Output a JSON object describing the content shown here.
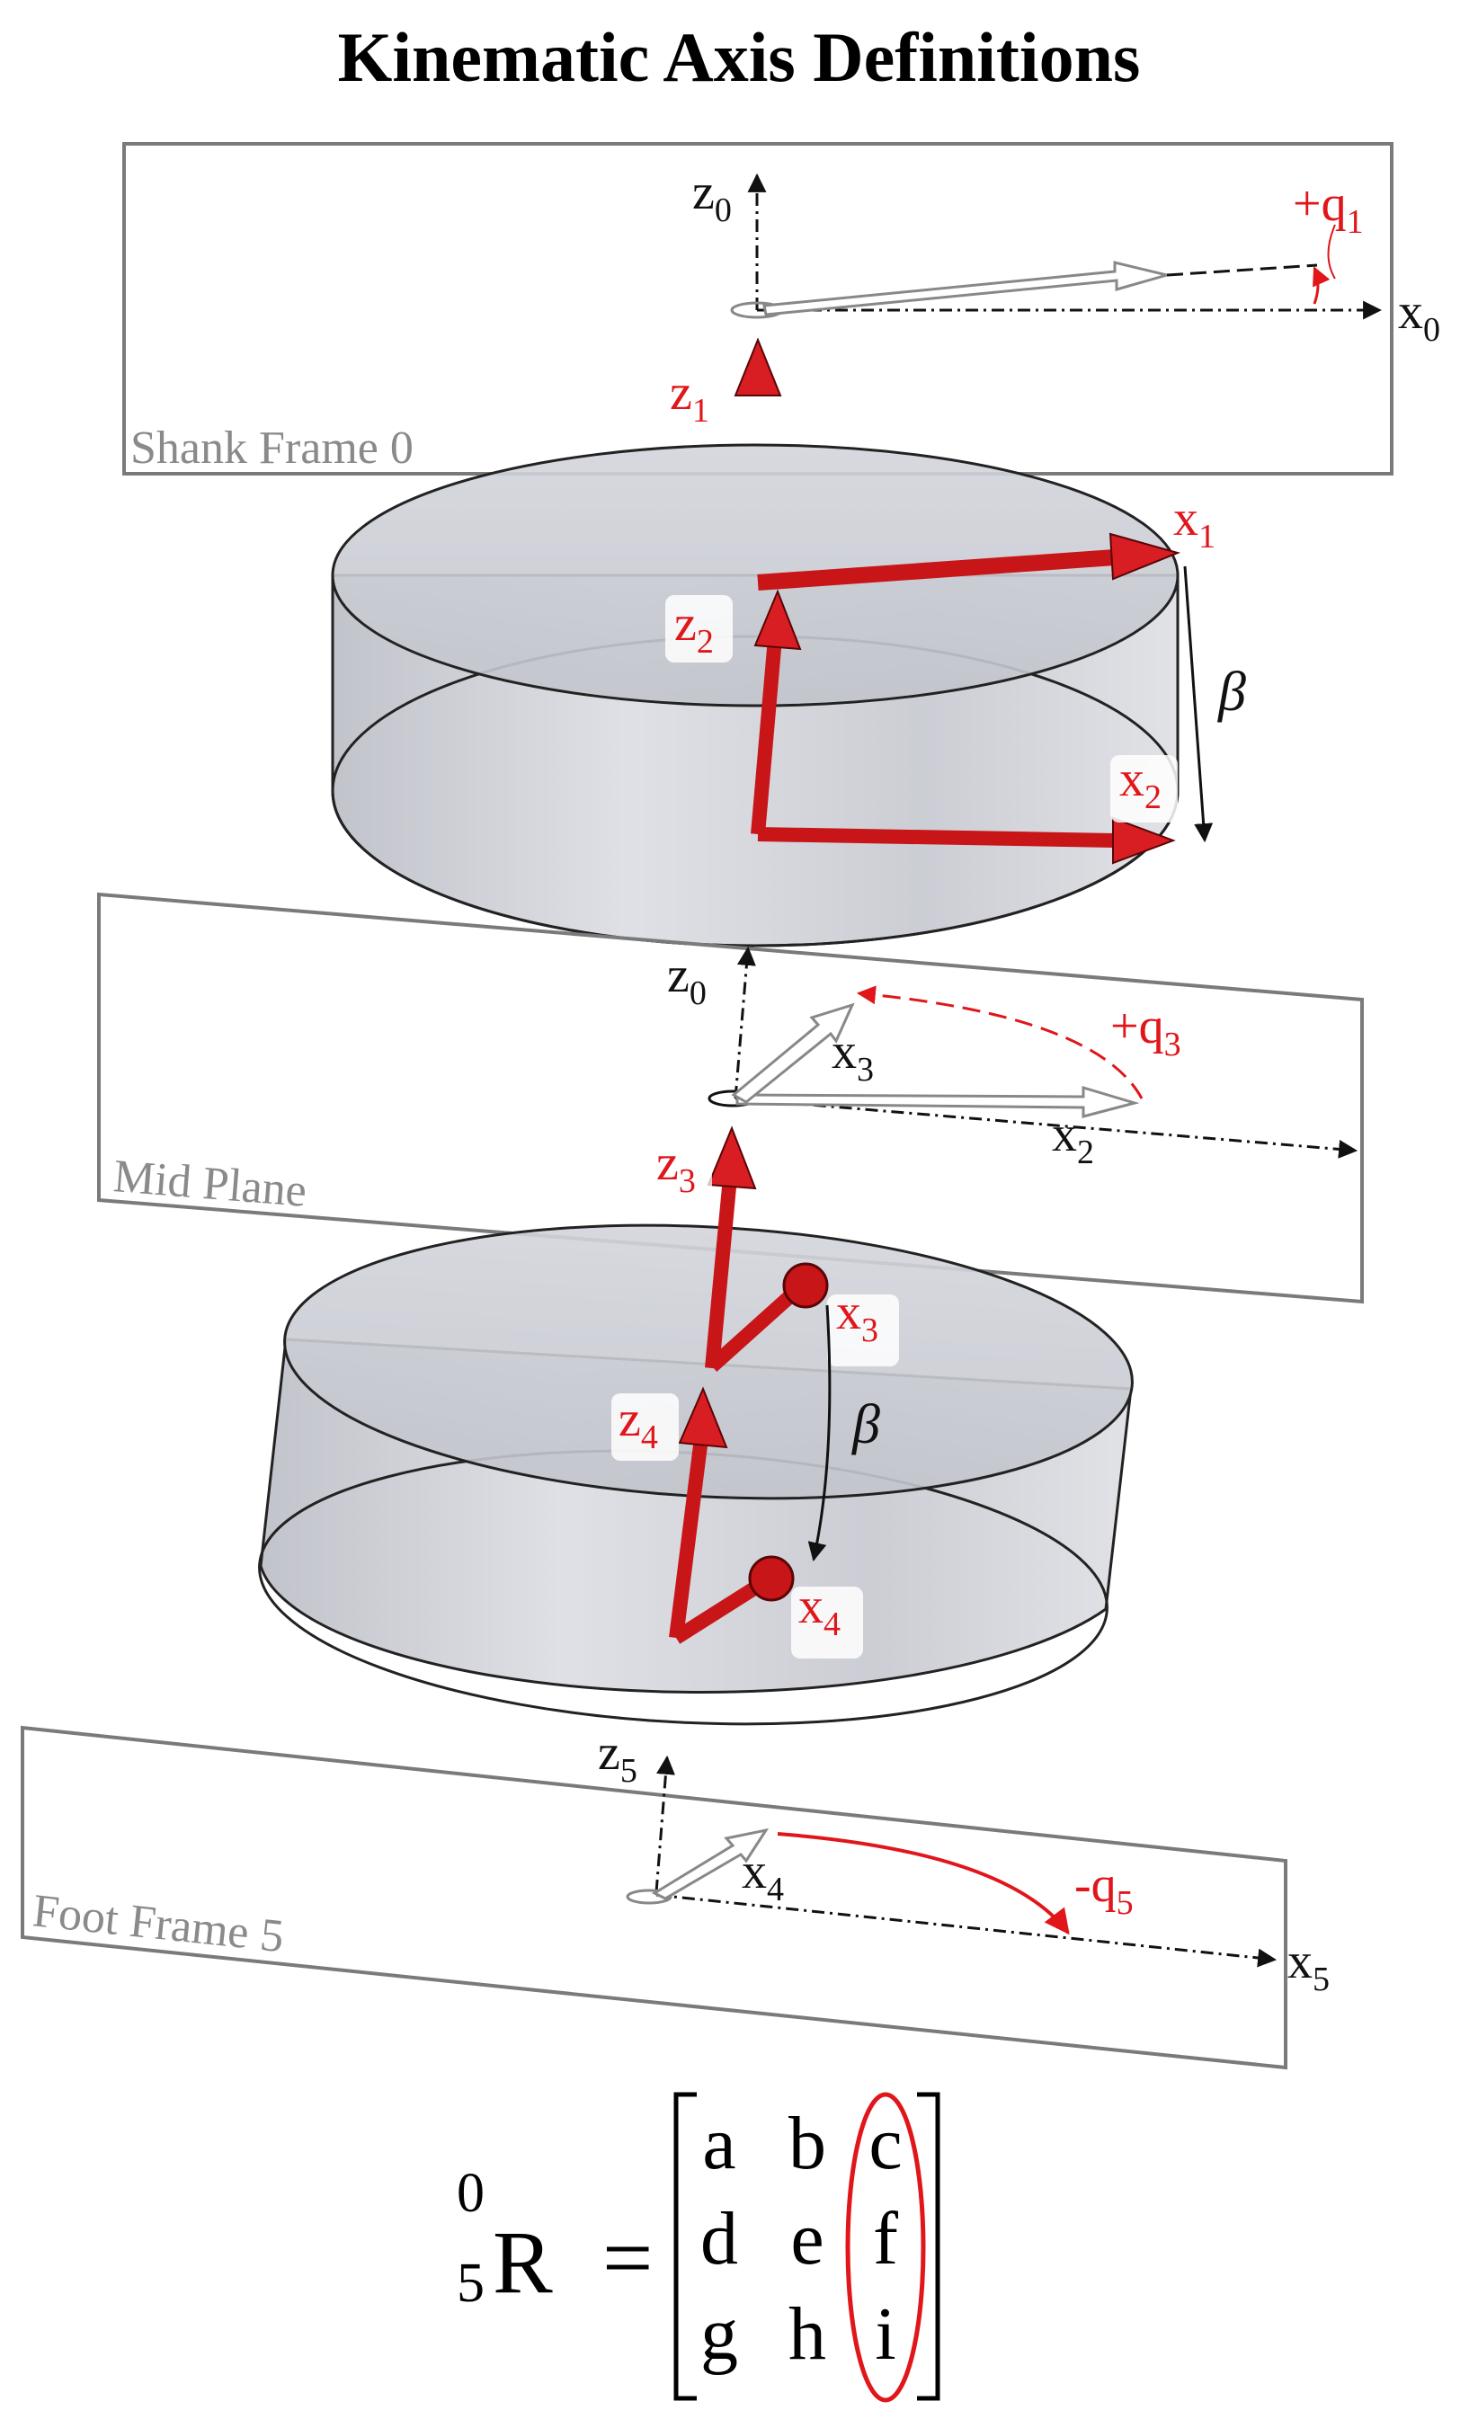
{
  "title": "Kinematic Axis Definitions",
  "frames": {
    "shank_label": "Shank Frame 0",
    "mid_label": "Mid Plane",
    "foot_label": "Foot Frame 5"
  },
  "labels": {
    "z0_top": {
      "base": "z",
      "sub": "0"
    },
    "x0": {
      "base": "x",
      "sub": "0"
    },
    "q1": {
      "base": "+q",
      "sub": "1"
    },
    "z1": {
      "base": "z",
      "sub": "1"
    },
    "x1": {
      "base": "x",
      "sub": "1"
    },
    "z2": {
      "base": "z",
      "sub": "2"
    },
    "x2_red": {
      "base": "x",
      "sub": "2"
    },
    "beta_top": "β",
    "z0_mid": {
      "base": "z",
      "sub": "0"
    },
    "x3_mid": {
      "base": "x",
      "sub": "3"
    },
    "q3": {
      "base": "+q",
      "sub": "3"
    },
    "x2_mid": {
      "base": "x",
      "sub": "2"
    },
    "z3": {
      "base": "z",
      "sub": "3"
    },
    "x3_red": {
      "base": "x",
      "sub": "3"
    },
    "z4": {
      "base": "z",
      "sub": "4"
    },
    "beta_bottom": "β",
    "x4_red": {
      "base": "x",
      "sub": "4"
    },
    "z5": {
      "base": "z",
      "sub": "5"
    },
    "x4_foot": {
      "base": "x",
      "sub": "4"
    },
    "q5": {
      "base": "-q",
      "sub": "5"
    },
    "x5": {
      "base": "x",
      "sub": "5"
    }
  },
  "equation": {
    "symbol": "R",
    "superscript": "0",
    "subscript": "5",
    "equals": "=",
    "matrix": [
      [
        "a",
        "b",
        "c"
      ],
      [
        "d",
        "e",
        "f"
      ],
      [
        "g",
        "h",
        "i"
      ]
    ],
    "highlighted_column": 2
  },
  "colors": {
    "accent_red": "#e0161b",
    "frame_gray": "#7a7a7a",
    "cylinder_fill": "#c8cad2",
    "axis_black": "#111111"
  }
}
